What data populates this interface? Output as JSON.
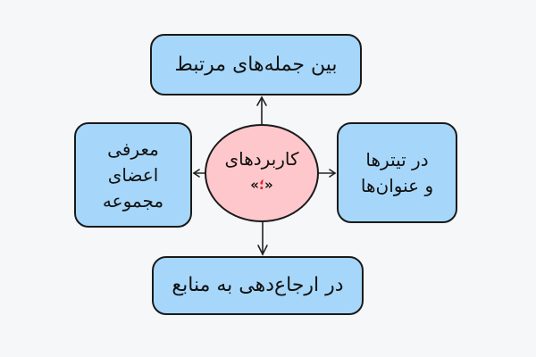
{
  "diagram": {
    "center": {
      "title": "کاربردهای",
      "symbol_open": "«",
      "symbol": "؛",
      "symbol_close": "»",
      "fill": "#fdc7cb",
      "symbol_color": "#e8222c"
    },
    "nodes": {
      "top": {
        "lines": [
          "بین جمله‌های مرتبط"
        ]
      },
      "left": {
        "lines": [
          "معرفی",
          "اعضای",
          "مجموعه"
        ]
      },
      "right": {
        "lines": [
          "در تیترها",
          "و عنوان‌ها"
        ]
      },
      "bottom": {
        "lines": [
          "در ارجاع‌دهی به منابع"
        ]
      }
    },
    "colors": {
      "background": "#f6f7f9",
      "node_fill": "#a6d7fb",
      "stroke": "#1a1a1a"
    },
    "edges": [
      {
        "from": "center",
        "to": "top"
      },
      {
        "from": "center",
        "to": "left"
      },
      {
        "from": "center",
        "to": "right"
      },
      {
        "from": "center",
        "to": "bottom"
      }
    ]
  }
}
